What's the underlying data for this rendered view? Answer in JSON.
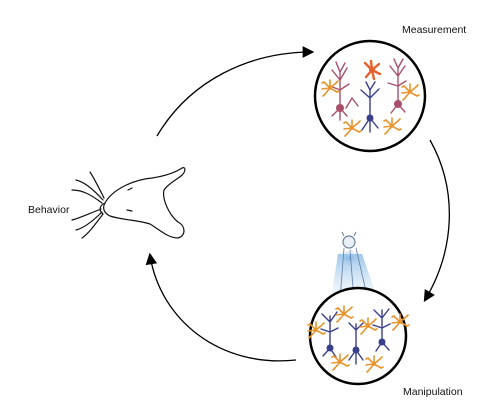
{
  "labels": {
    "behavior": "Behavior",
    "measurement": "Measurement",
    "manipulation": "Manipulation"
  },
  "colors": {
    "neuron_active": "#a8506a",
    "neuron_blue": "#3a3f8c",
    "astrocyte": "#e8942c",
    "active_astrocyte": "#e5602a",
    "light_beam": "#9fc4e6",
    "cycle_arrow": "#000000"
  },
  "icons": [
    "mouse-head-icon",
    "light-source-icon",
    "neuron-icon",
    "astrocyte-icon"
  ]
}
